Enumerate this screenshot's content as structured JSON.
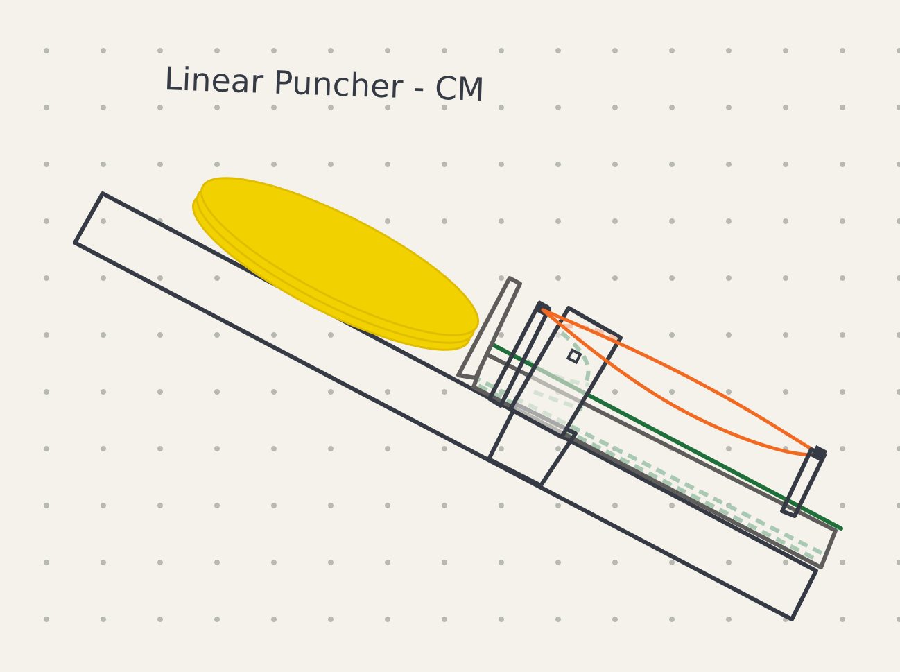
{
  "title": "Linear Puncher - CM",
  "colors": {
    "paper": "#f4f2ea",
    "dot": "#b9b9b4",
    "outline": "#353a44",
    "frame": "#5f5d5b",
    "pad": "#f2d100",
    "pad_edge": "#e0bd00",
    "rubber_band": "#f26a22",
    "rail_green": "#1f6f3a",
    "hidden_green": "#a9c9b2",
    "hidden_orange": "#f3c4ad"
  },
  "parts": {
    "board": "base-board",
    "pad": "punch-pad",
    "stopper": "stopper-plate",
    "slider": "slider-block",
    "band": "elastic-band",
    "rail": "guide-rail",
    "post_front": "front-post",
    "post_rear": "rear-post"
  }
}
